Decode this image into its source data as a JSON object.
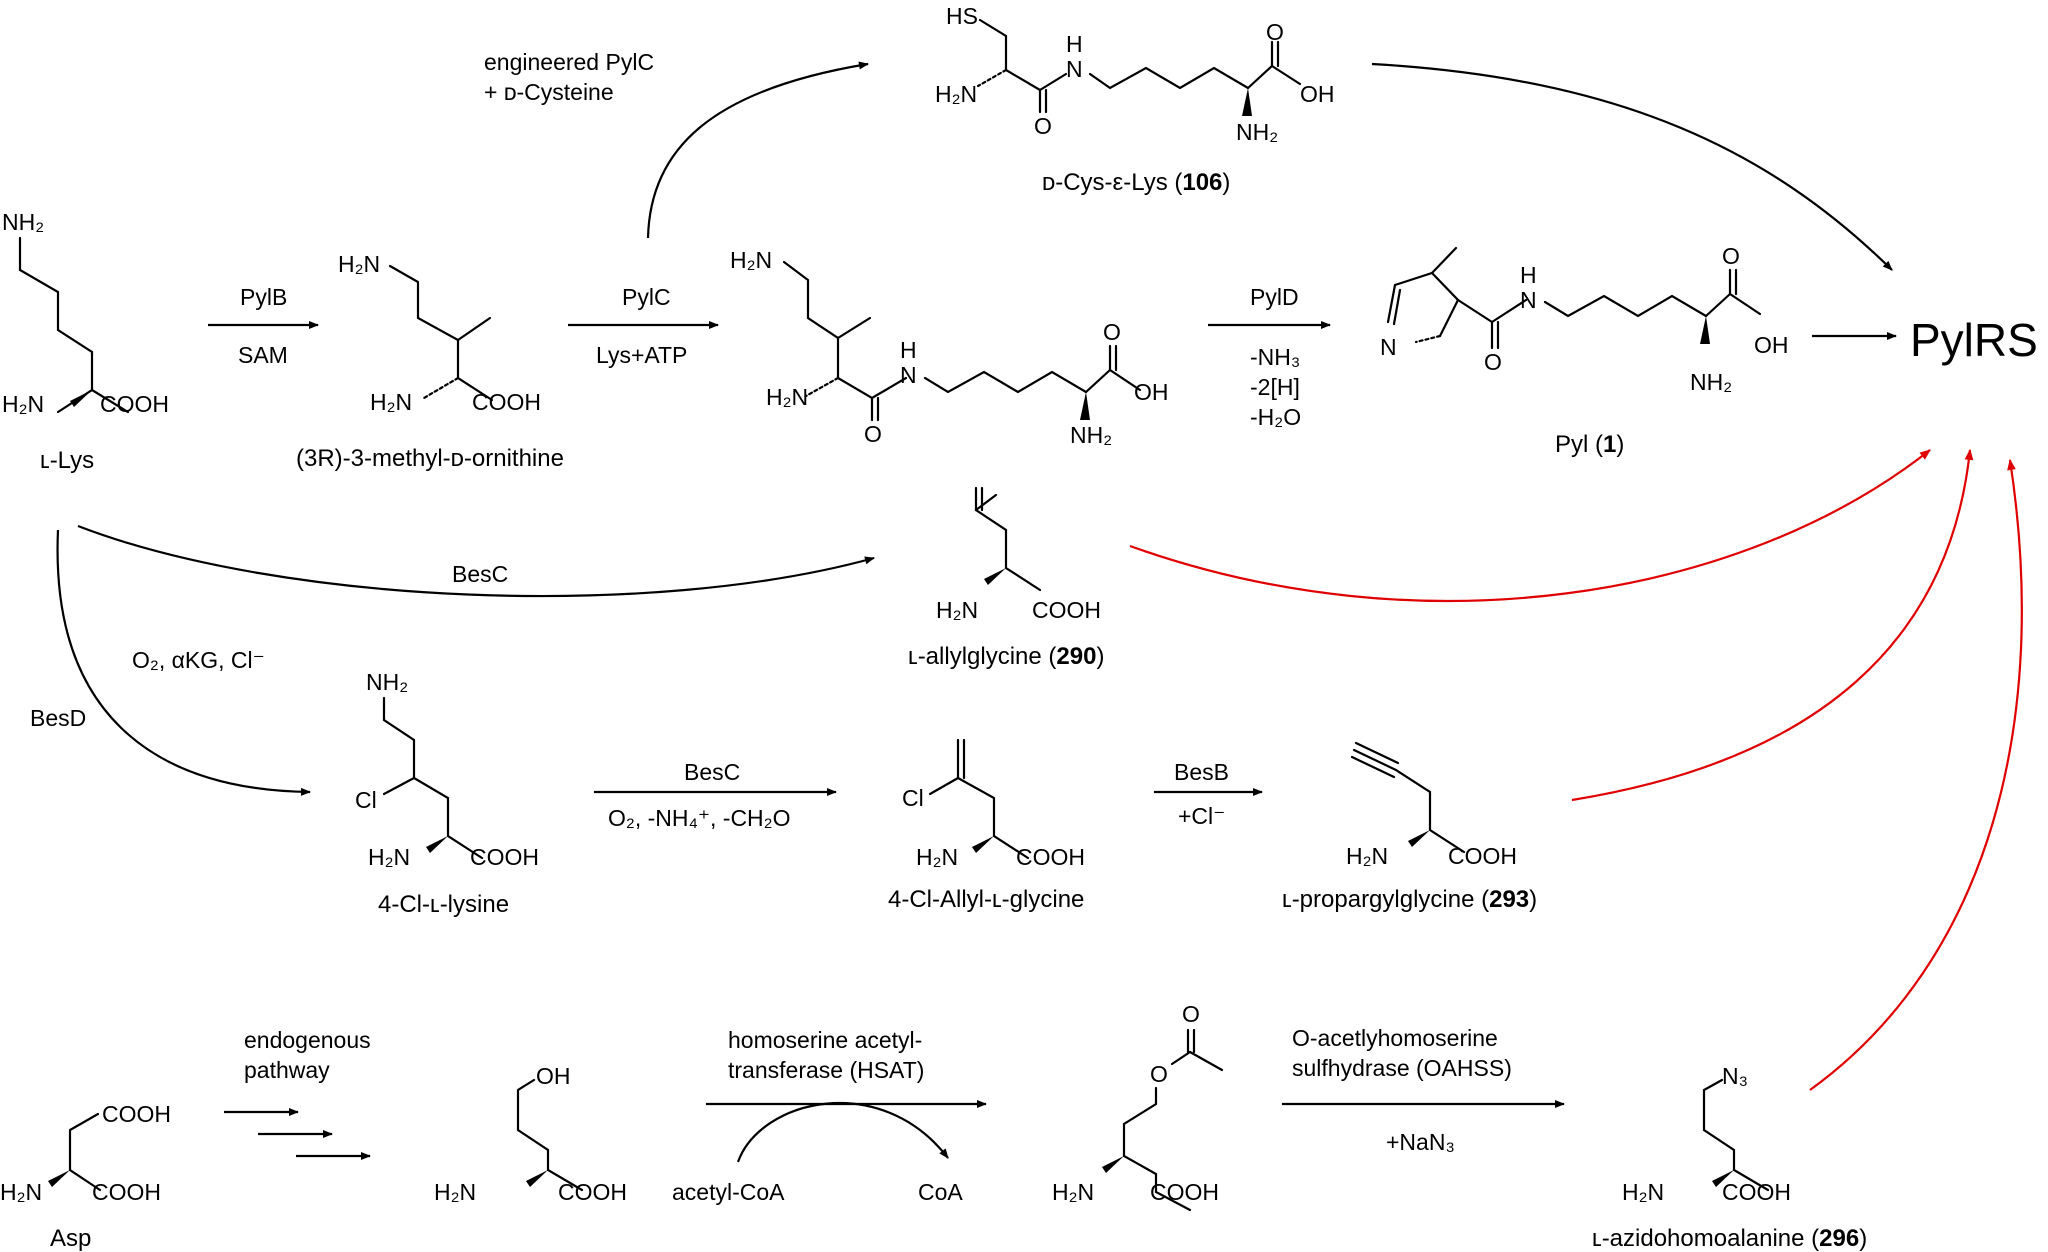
{
  "target": "PylRS",
  "compounds": {
    "llys": {
      "name": "ʟ-Lys",
      "nh2": "NH₂",
      "h2n": "H₂N",
      "cooh": "COOH"
    },
    "methylorn": {
      "name": "(3R)-3-methyl-ᴅ-ornithine",
      "h2n_top": "H₂N",
      "h2n": "H₂N",
      "cooh": "COOH"
    },
    "dipeptide": {
      "h2n_top": "H₂N",
      "h2n": "H₂N",
      "nh": "H\nN",
      "o": "O",
      "o_acid": "O",
      "oh": "OH",
      "nh2": "NH₂"
    },
    "dcys": {
      "name_prefix": "ᴅ-Cys-ε-Lys (",
      "name_num": "106",
      "name_suffix": ")",
      "hs": "HS",
      "h2n": "H₂N",
      "o": "O",
      "h": "H",
      "n": "N",
      "o_acid": "O",
      "oh": "OH",
      "nh2": "NH₂"
    },
    "pyl": {
      "name_prefix": "Pyl (",
      "name_num": "1",
      "name_suffix": ")",
      "n_ring": "N",
      "h": "H",
      "n": "N",
      "o": "O",
      "o_acid": "O",
      "oh": "OH",
      "nh2": "NH₂"
    },
    "allylgly": {
      "name_prefix": "ʟ-allylglycine (",
      "name_num": "290",
      "name_suffix": ")",
      "h2n": "H₂N",
      "cooh": "COOH"
    },
    "clys": {
      "name": "4-Cl-ʟ-lysine",
      "nh2": "NH₂",
      "cl": "Cl",
      "h2n": "H₂N",
      "cooh": "COOH"
    },
    "clallyl": {
      "name": "4-Cl-Allyl-ʟ-glycine",
      "cl": "Cl",
      "h2n": "H₂N",
      "cooh": "COOH"
    },
    "propargyl": {
      "name_prefix": "ʟ-propargylglycine (",
      "name_num": "293",
      "name_suffix": ")",
      "h2n": "H₂N",
      "cooh": "COOH"
    },
    "asp": {
      "name": "Asp",
      "cooh_top": "COOH",
      "h2n": "H₂N",
      "cooh": "COOH"
    },
    "homoser": {
      "oh": "OH",
      "h2n": "H₂N",
      "cooh": "COOH"
    },
    "acetylhs": {
      "o_carbonyl": "O",
      "o_ester": "O",
      "h2n": "H₂N",
      "cooh": "COOH"
    },
    "azido": {
      "name_prefix": "ʟ-azidohomoalanine (",
      "name_num": "296",
      "name_suffix": ")",
      "n3": "N₃",
      "h2n": "H₂N",
      "cooh": "COOH"
    }
  },
  "reactions": {
    "pylb": {
      "enzyme": "PylB",
      "cofactor": "SAM"
    },
    "pylc": {
      "enzyme": "PylC",
      "cofactor": "Lys+ATP"
    },
    "pyld": {
      "enzyme": "PylD",
      "cond1": "-NH₃",
      "cond2": "-2[H]",
      "cond3": "-H₂O"
    },
    "engineered": {
      "line1": "engineered PylC",
      "line2": "+ ᴅ-Cysteine"
    },
    "besc_top": {
      "enzyme": "BesC"
    },
    "besd": {
      "enzyme": "BesD",
      "cond": "O₂, αKG, Cl⁻"
    },
    "besc_mid": {
      "enzyme": "BesC",
      "cond": "O₂, -NH₄⁺, -CH₂O"
    },
    "besb": {
      "enzyme": "BesB",
      "cond": "+Cl⁻"
    },
    "endogenous": {
      "line1": "endogenous",
      "line2": "pathway"
    },
    "hsat": {
      "line1": "homoserine acetyl-",
      "line2": "transferase (HSAT)",
      "cosub_in": "acetyl-CoA",
      "cosub_out": "CoA"
    },
    "oahss": {
      "line1": "O-acetlyhomoserine",
      "line2": "sulfhydrase (OAHSS)",
      "cond": "+NaN₃"
    }
  },
  "colors": {
    "main_arrow": "#000000",
    "pylrs_arrow": "#e00000"
  }
}
